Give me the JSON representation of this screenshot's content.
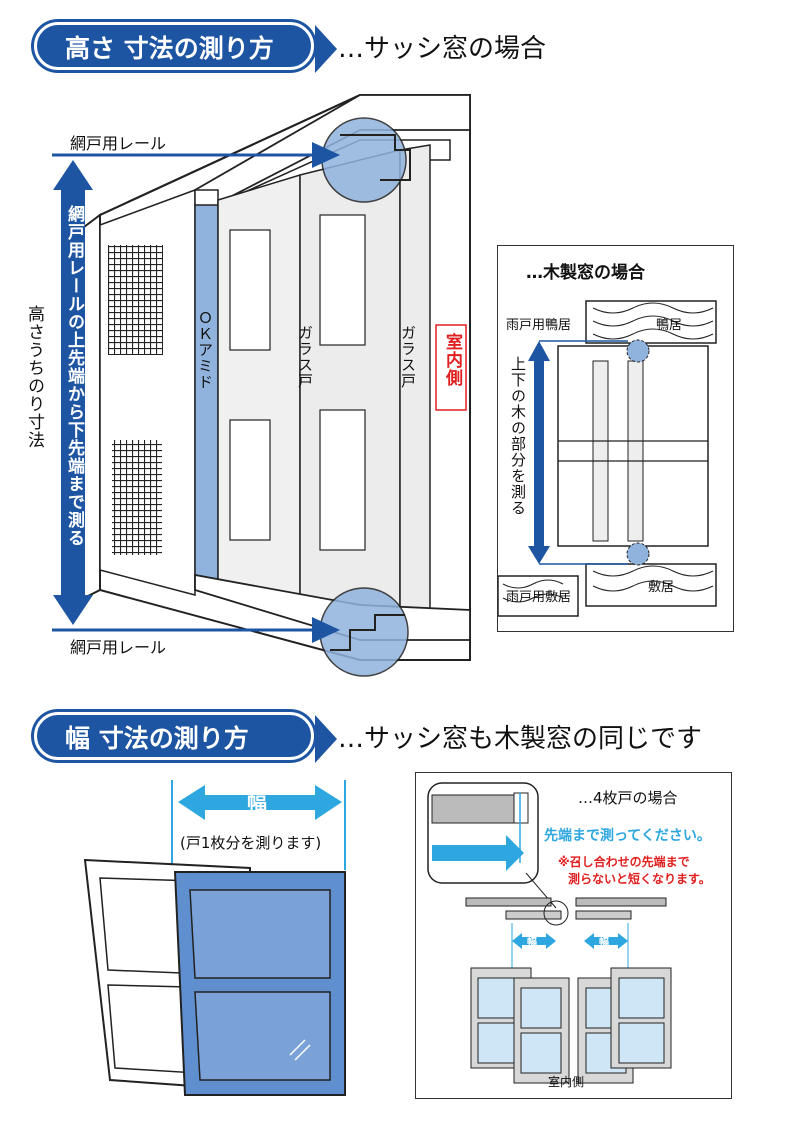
{
  "height_section": {
    "title": "高さ 寸法の測り方",
    "subtitle": "…サッシ窓の場合",
    "rail_top_label": "網戸用レール",
    "rail_bottom_label": "網戸用レール",
    "measure_instruction": "網戸用レールの上先端から下先端まで測る",
    "height_label": "高さうちのり寸法",
    "ok_amido_label": "ＯＫアミド",
    "glass_door_1": "ガラス戸",
    "glass_door_2": "ガラス戸",
    "indoor_side": "室内側"
  },
  "wooden_window": {
    "title": "…木製窓の場合",
    "amado_kamoi": "雨戸用鴨居",
    "kamoi": "鴨居",
    "measure_wood": "上下の木の部分を測る",
    "amado_shikii": "雨戸用敷居",
    "shikii": "敷居"
  },
  "width_section": {
    "title": "幅 寸法の測り方",
    "subtitle": "…サッシ窓も木製窓の同じです",
    "width_label": "幅",
    "width_note": "(戸1枚分を測ります)"
  },
  "four_panel": {
    "title": "…4枚戸の場合",
    "measure_to_tip": "先端まで測ってください。",
    "warning_line1": "※召し合わせの先端まで",
    "warning_line2": "測らないと短くなります。",
    "width_left": "幅",
    "width_right": "幅",
    "indoor_side": "室内側"
  },
  "colors": {
    "brand_blue": "#1d55a3",
    "light_blue": "#8fb3dd",
    "sky_blue": "#2ea7e0",
    "warning_red": "#e02020"
  }
}
